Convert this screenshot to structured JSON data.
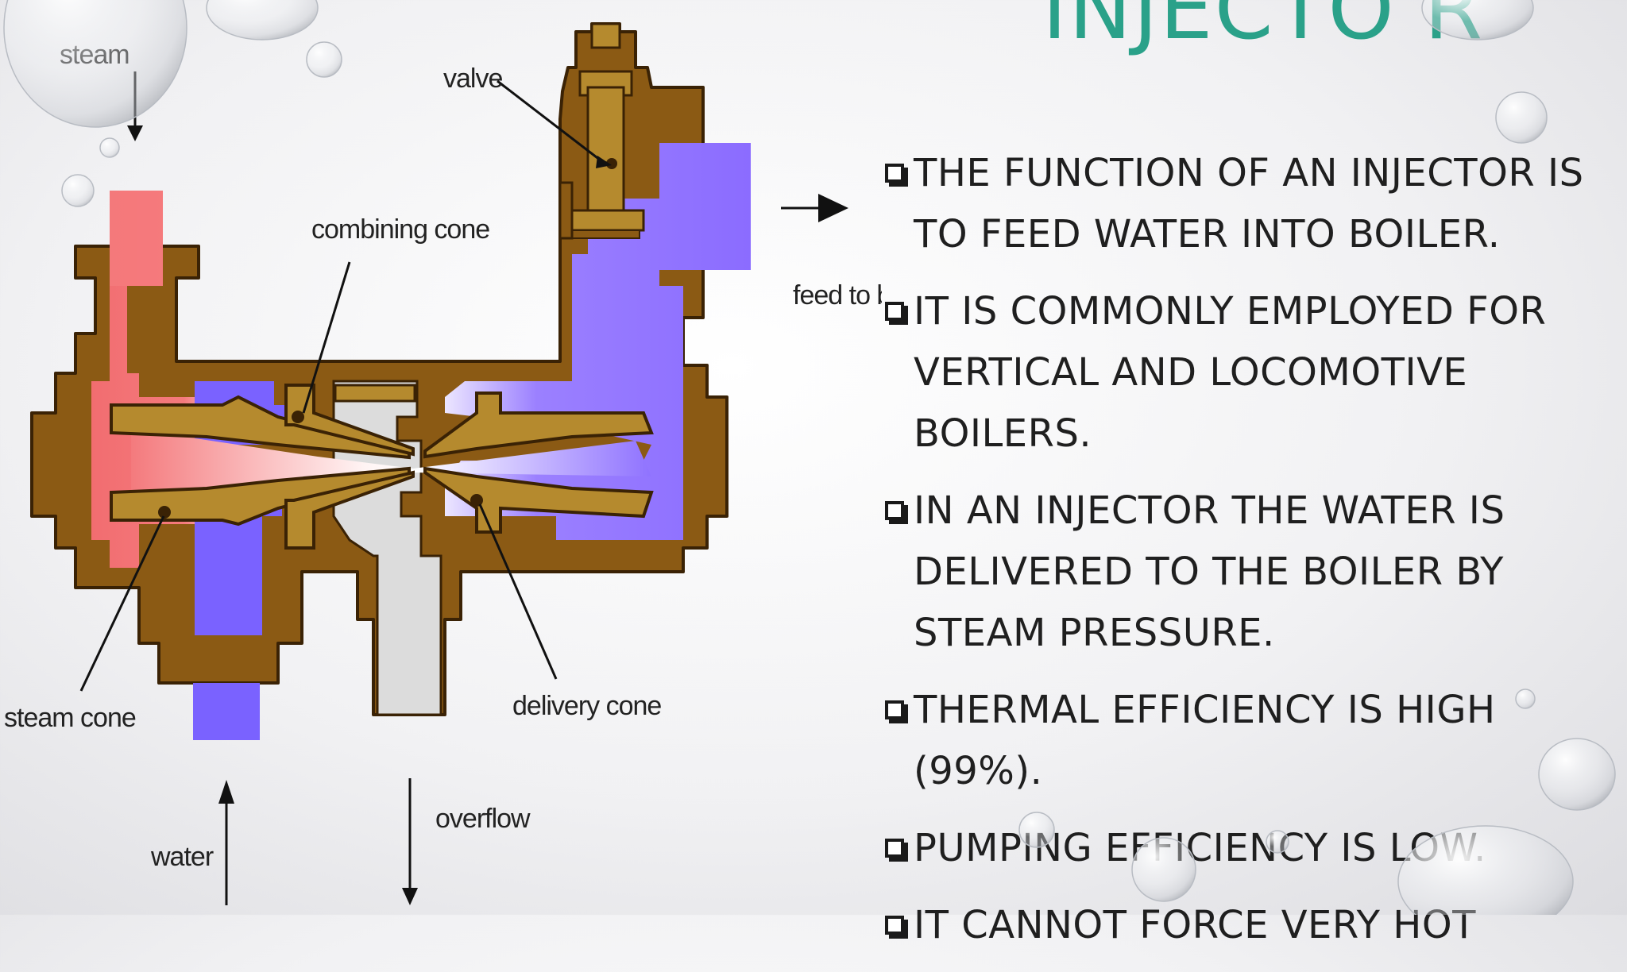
{
  "title": "INJECTO R",
  "diagram": {
    "labels": {
      "steam": "steam",
      "valve": "valve",
      "combining_cone": "combining cone",
      "feed": "feed to bc",
      "steam_cone": "steam cone",
      "delivery_cone": "delivery cone",
      "water": "water",
      "overflow": "overflow"
    },
    "colors": {
      "body": "#8b5a14",
      "metal": "#b58a2e",
      "steam": "#f47a7d",
      "water": "#8f72ff",
      "overflow": "#dcdcdc"
    }
  },
  "points": [
    "THE FUNCTION OF AN INJECTOR IS TO FEED WATER INTO BOILER.",
    "IT IS COMMONLY EMPLOYED FOR VERTICAL AND LOCOMOTIVE BOILERS.",
    "IN AN INJECTOR THE WATER IS DELIVERED TO THE BOILER BY STEAM PRESSURE.",
    "THERMAL EFFICIENCY IS HIGH (99%).",
    "PUMPING EFFICIENCY IS LOW.",
    "IT CANNOT FORCE VERY HOT"
  ],
  "accent_color": "#2aa189"
}
